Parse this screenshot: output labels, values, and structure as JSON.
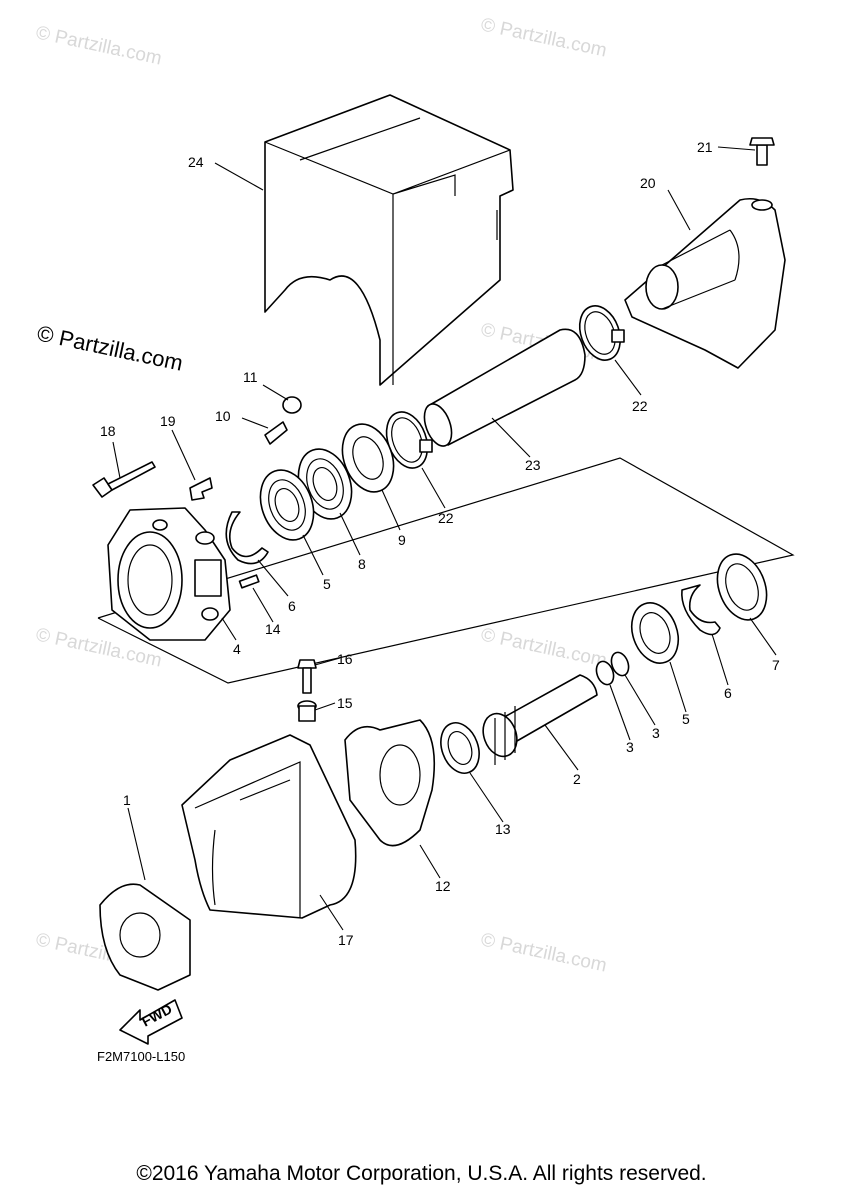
{
  "watermarks": {
    "small": "© Partzilla.com",
    "large": "© Partzilla.com"
  },
  "callouts": {
    "c1": "1",
    "c2": "2",
    "c3a": "3",
    "c3b": "3",
    "c4": "4",
    "c5a": "5",
    "c5b": "5",
    "c6a": "6",
    "c6b": "6",
    "c7": "7",
    "c8": "8",
    "c9": "9",
    "c10": "10",
    "c11": "11",
    "c12": "12",
    "c13": "13",
    "c14": "14",
    "c15": "15",
    "c16": "16",
    "c17": "17",
    "c18": "18",
    "c19": "19",
    "c20": "20",
    "c21": "21",
    "c22a": "22",
    "c22b": "22",
    "c23": "23",
    "c24": "24"
  },
  "fwd_label": "FWD",
  "diagram_code": "F2M7100-L150",
  "copyright": "©2016 Yamaha Motor Corporation, U.S.A. All rights reserved."
}
